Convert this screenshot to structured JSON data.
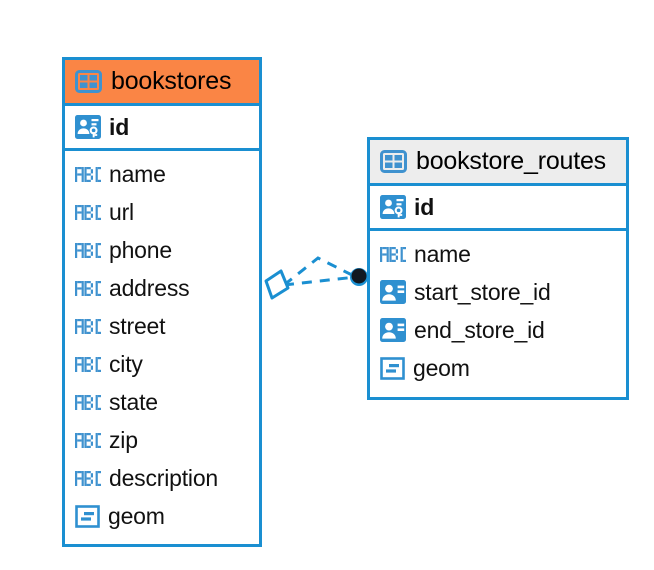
{
  "diagram": {
    "type": "entity-relationship-diagram",
    "colors": {
      "edge": "#1a8fd1",
      "accent_header": "#fa8545",
      "neutral_header": "#ededed",
      "icon_blue": "#2f90d0",
      "link": "#1a8fd1",
      "endpoint_dot": "#111820"
    },
    "tables": [
      {
        "name": "bookstores",
        "header_style": "accent",
        "header_icon": "table-grid-icon",
        "primary_key": {
          "name": "id",
          "icon": "primary-key-icon",
          "type": "key"
        },
        "fields": [
          {
            "name": "name",
            "icon": "text-abc-icon",
            "type": "text"
          },
          {
            "name": "url",
            "icon": "text-abc-icon",
            "type": "text"
          },
          {
            "name": "phone",
            "icon": "text-abc-icon",
            "type": "text"
          },
          {
            "name": "address",
            "icon": "text-abc-icon",
            "type": "text"
          },
          {
            "name": "street",
            "icon": "text-abc-icon",
            "type": "text"
          },
          {
            "name": "city",
            "icon": "text-abc-icon",
            "type": "text"
          },
          {
            "name": "state",
            "icon": "text-abc-icon",
            "type": "text"
          },
          {
            "name": "zip",
            "icon": "text-abc-icon",
            "type": "text"
          },
          {
            "name": "description",
            "icon": "text-abc-icon",
            "type": "text"
          },
          {
            "name": "geom",
            "icon": "geometry-icon",
            "type": "geometry"
          }
        ]
      },
      {
        "name": "bookstore_routes",
        "header_style": "neutral",
        "header_icon": "table-grid-icon",
        "primary_key": {
          "name": "id",
          "icon": "primary-key-icon",
          "type": "key"
        },
        "fields": [
          {
            "name": "name",
            "icon": "text-abc-icon",
            "type": "text"
          },
          {
            "name": "start_store_id",
            "icon": "foreign-key-icon",
            "type": "reference"
          },
          {
            "name": "end_store_id",
            "icon": "foreign-key-icon",
            "type": "reference"
          },
          {
            "name": "geom",
            "icon": "geometry-icon",
            "type": "geometry"
          }
        ]
      }
    ],
    "relationship": {
      "from_table": "bookstores",
      "to_table": "bookstore_routes",
      "line_style": "dashed",
      "source_marker": "open-diamond",
      "target_marker": "filled-dot"
    }
  }
}
